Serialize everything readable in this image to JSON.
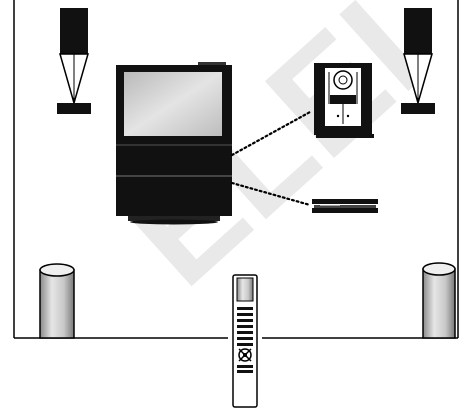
{
  "diagram": {
    "watermark_text": "ELEI",
    "components": [
      "front-speaker-left",
      "front-speaker-right",
      "television",
      "music-system",
      "video-recorder",
      "rear-speaker-left",
      "rear-speaker-right",
      "remote-control"
    ],
    "colors": {
      "line": "#000000",
      "screen": "#d0d0d0",
      "speaker_body": "#111111",
      "rear_speaker_fill": "#dcdcdc",
      "watermark": "#e9e9e9"
    }
  }
}
